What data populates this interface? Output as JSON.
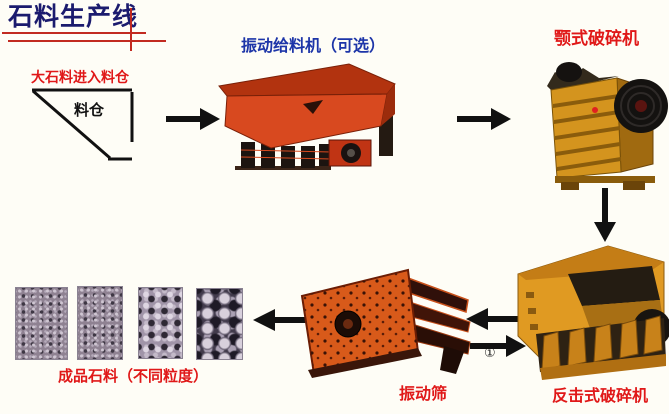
{
  "title": "石料生产线",
  "flow": {
    "bin": {
      "caption": "大石料进入料仓",
      "name": "料仓"
    },
    "feeder": {
      "label": "振动给料机（可选）"
    },
    "jaw_crusher": {
      "label": "颚式破碎机"
    },
    "impact_crusher": {
      "label": "反击式破碎机"
    },
    "vibrating_screen": {
      "label": "振动筛"
    },
    "finished_product": {
      "label": "成品石料（不同粒度）"
    },
    "return_mark": "①"
  },
  "colors": {
    "background": "#fefdf6",
    "title_text": "#1b1b6e",
    "title_rule": "#c22a20",
    "feeder_label_blue": "#1d35a8",
    "red_label": "#e01818",
    "arrow_black": "#111111",
    "feeder_body_orange": "#d8491f",
    "jaw_body_yellow": "#d4941e",
    "impact_body_orange": "#e09a22",
    "screen_body_orange": "#d85a1a",
    "gravel_gray_purple": "#8f8292"
  }
}
